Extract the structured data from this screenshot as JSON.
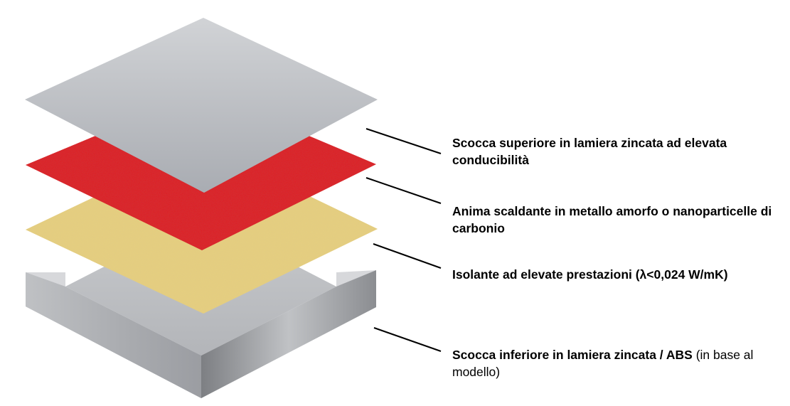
{
  "colors": {
    "top_shell": "#b5b8bd",
    "heating_core": "#e01f24",
    "insulation": "#e6cf7e",
    "bottom_shell": "#c2c4c8",
    "leader_line": "#000000"
  },
  "layers": [
    {
      "id": "top-shell",
      "text_bold": "Scocca superiore in lamiera zincata ad elevata conducibilità",
      "text_normal": ""
    },
    {
      "id": "heating-core",
      "text_bold": "Anima scaldante in metallo amorfo o nanoparticelle di carbonio",
      "text_normal": ""
    },
    {
      "id": "insulation",
      "text_bold": "Isolante ad elevate prestazioni (λ<0,024 W/mK)",
      "text_normal": ""
    },
    {
      "id": "bottom-shell",
      "text_bold": "Scocca inferiore in lamiera zincata / ABS",
      "text_normal": " (in base al modello)"
    }
  ]
}
